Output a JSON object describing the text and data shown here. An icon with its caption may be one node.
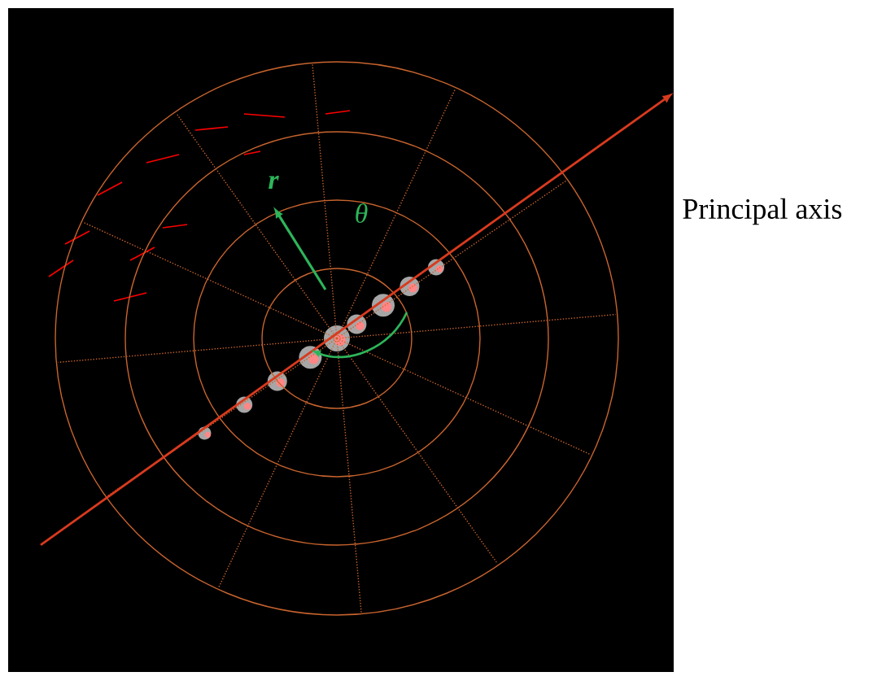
{
  "diagram": {
    "labels": [
      "r",
      "θ",
      "Principal axis"
    ]
  }
}
